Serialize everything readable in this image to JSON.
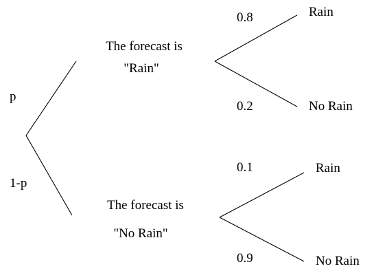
{
  "root": {
    "prob_upper": "p",
    "prob_lower": "1-p"
  },
  "upper_node": {
    "line1": "The forecast is",
    "line2": "\"Rain\"",
    "prob_up": "0.8",
    "prob_down": "0.2",
    "outcome_up": "Rain",
    "outcome_down": "No Rain"
  },
  "lower_node": {
    "line1": "The forecast is",
    "line2": "\"No Rain\"",
    "prob_up": "0.1",
    "prob_down": "0.9",
    "outcome_up": "Rain",
    "outcome_down": "No Rain"
  }
}
